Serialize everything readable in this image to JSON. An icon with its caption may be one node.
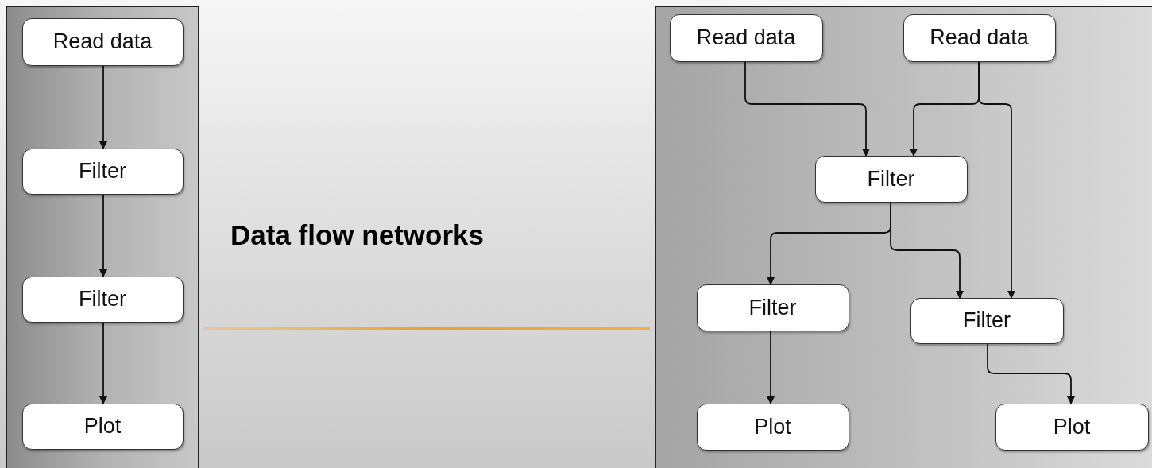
{
  "diagram": {
    "title": "Data flow networks",
    "nodes": [
      {
        "text": [],
        "shape": "box"
      },
      {
        "text": [
          "Read data"
        ],
        "in": 0
      },
      {
        "text": [
          "Filter"
        ],
        "in": 0
      },
      {
        "text": [
          "Filter"
        ],
        "in": 0
      },
      {
        "text": [
          "Plot"
        ],
        "in": 0
      },
      {
        "text": [],
        "shape": "box"
      },
      {
        "text": [
          "Read data"
        ],
        "in": 5
      },
      {
        "text": [
          "Read data"
        ],
        "in": 5
      },
      {
        "text": [
          "Filter"
        ],
        "in": 5
      },
      {
        "text": [
          "Filter"
        ],
        "in": 5
      },
      {
        "text": [
          "Filter"
        ],
        "in": 5
      },
      {
        "text": [
          "Plot"
        ],
        "in": 5
      },
      {
        "text": [
          "Plot"
        ],
        "in": 5
      }
    ],
    "edges": [
      {
        "from": 1,
        "to": 2,
        "arrow": "to"
      },
      {
        "from": 2,
        "to": 3,
        "arrow": "to"
      },
      {
        "from": 3,
        "to": 4,
        "arrow": "to"
      },
      {
        "from": 6,
        "to": 8,
        "arrow": "to"
      },
      {
        "from": 7,
        "to": 8,
        "arrow": "to"
      },
      {
        "from": 7,
        "to": 10,
        "arrow": "to"
      },
      {
        "from": 8,
        "to": 9,
        "arrow": "to"
      },
      {
        "from": 8,
        "to": 10,
        "arrow": "to"
      },
      {
        "from": 9,
        "to": 11,
        "arrow": "to"
      },
      {
        "from": 10,
        "to": 12,
        "arrow": "to"
      }
    ]
  }
}
